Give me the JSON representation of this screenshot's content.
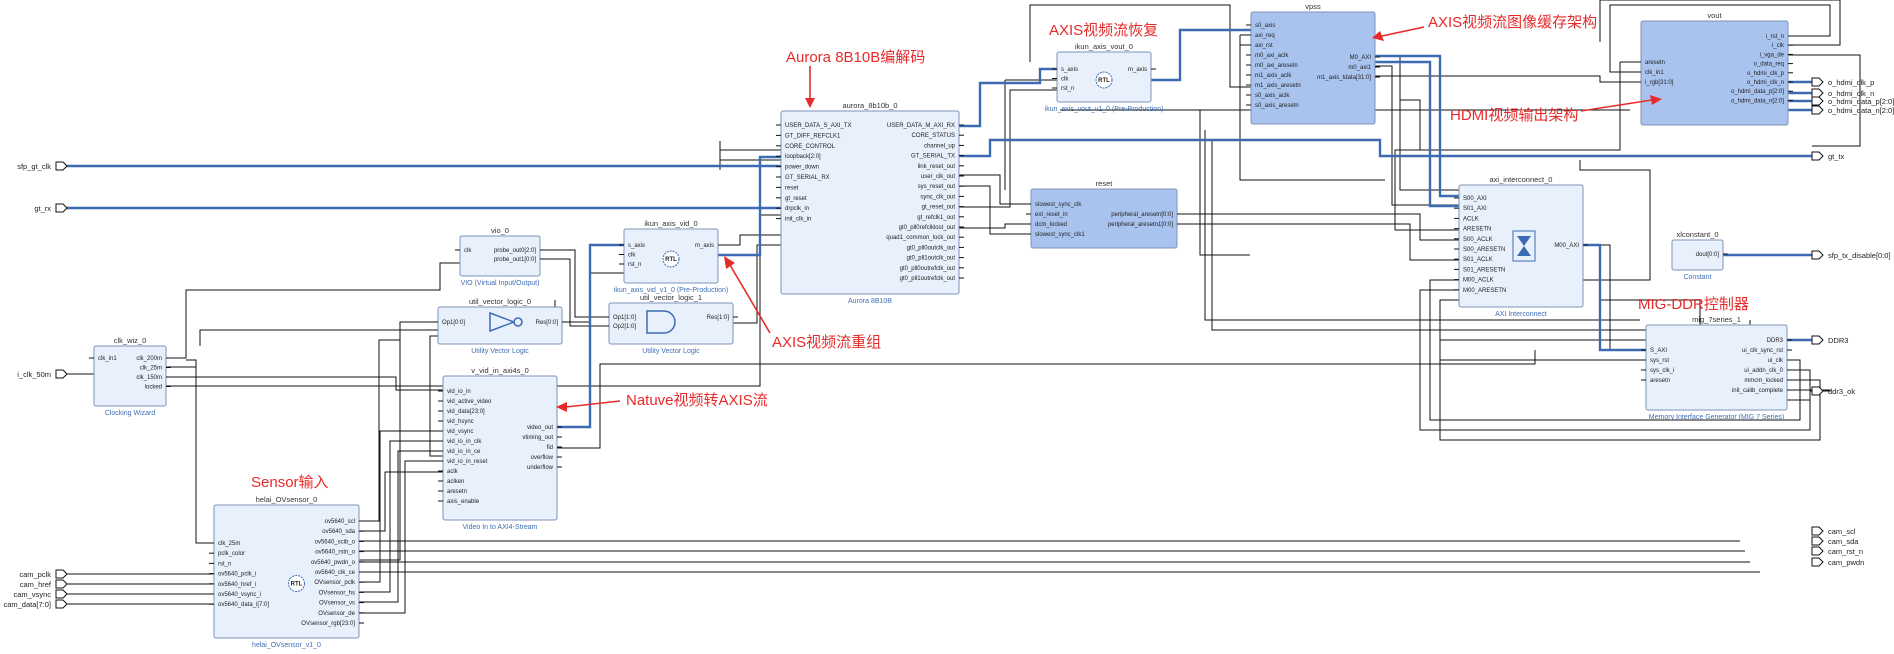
{
  "colors": {
    "block_fill": "#e8f0fb",
    "block_fill_selected": "#a9c3ef",
    "block_border": "#7c93b8",
    "wire": "#111111",
    "bus": "#3d6bb3",
    "annotation": "#e62b2b",
    "subtitle": "#3f6fb3"
  },
  "external_ports": {
    "left": [
      "sfp_gt_clk",
      "gt_rx",
      "i_clk_50m",
      "cam_pclk",
      "cam_href",
      "cam_vsync",
      "cam_data[7:0]"
    ],
    "right": [
      "o_hdmi_clk_p",
      "o_hdmi_clk_n",
      "o_hdmi_data_p[2:0]",
      "o_hdmi_data_n[2:0]",
      "gt_tx",
      "sfp_tx_disable[0:0]",
      "DDR3",
      "ddr3_ok",
      "cam_scl",
      "cam_sda",
      "cam_rst_n",
      "cam_pwdn"
    ]
  },
  "blocks": {
    "clk_wiz": {
      "title": "clk_wiz_0",
      "subtitle": "Clocking Wizard",
      "left_pins": [
        "clk_in1"
      ],
      "right_pins": [
        "clk_200m",
        "clk_25m",
        "clk_150m",
        "locked"
      ]
    },
    "vio": {
      "title": "vio_0",
      "subtitle": "VIO (Virtual Input/Output)",
      "left_pins": [
        "clk"
      ],
      "right_pins": [
        "probe_out0[2:0]",
        "probe_out1[0:0]"
      ]
    },
    "util_vector_logic_0": {
      "title": "util_vector_logic_0",
      "subtitle": "Utility Vector Logic",
      "left_pins": [
        "Op1[0:0]"
      ],
      "right_pins": [
        "Res[0:0]"
      ]
    },
    "util_vector_logic_1": {
      "title": "util_vector_logic_1",
      "subtitle": "Utility Vector Logic",
      "left_pins": [
        "Op1[1:0]",
        "Op2[1:0]"
      ],
      "right_pins": [
        "Res[1:0]"
      ]
    },
    "ikun_axis_vid": {
      "title": "ikun_axis_vid_0",
      "subtitle": "ikun_axis_vid_v1_0 (Pre-Production)",
      "left_pins": [
        "s_axis",
        "clk",
        "rst_n"
      ],
      "right_pins": [
        "m_axis"
      ],
      "logo": "RTL"
    },
    "aurora": {
      "title": "aurora_8b10b_0",
      "subtitle": "Aurora 8B10B",
      "left_pins": [
        "USER_DATA_S_AXI_TX",
        "GT_DIFF_REFCLK1",
        "CORE_CONTROL",
        "loopback[2:0]",
        "power_down",
        "GT_SERIAL_RX",
        "reset",
        "gt_reset",
        "drpclk_in",
        "init_clk_in"
      ],
      "right_pins": [
        "USER_DATA_M_AXI_RX",
        "CORE_STATUS",
        "channel_up",
        "GT_SERIAL_TX",
        "link_reset_out",
        "user_clk_out",
        "sys_reset_out",
        "sync_clk_out",
        "gt_reset_out",
        "gt_refclk1_out",
        "gt0_pll0refclklost_out",
        "quad1_common_lock_out",
        "gt0_pll0outclk_out",
        "gt0_pll1outclk_out",
        "gt0_pll0outrefclk_out",
        "gt0_pll1outrefclk_out"
      ]
    },
    "ikun_axis_vout": {
      "title": "ikun_axis_vout_0",
      "subtitle": "ikun_axis_vout_v1_0 (Pre-Production)",
      "left_pins": [
        "s_axis",
        "clk",
        "rst_n"
      ],
      "right_pins": [
        "m_axis"
      ],
      "logo": "RTL"
    },
    "reset": {
      "title": "reset",
      "subtitle": "",
      "left_pins": [
        "slowest_sync_clk",
        "ext_reset_in",
        "dcm_locked",
        "slowest_sync_clk1"
      ],
      "right_pins": [
        "peripheral_aresetn[0:0]",
        "peripheral_aresetn1[0:0]"
      ]
    },
    "vpss": {
      "title": "vpss",
      "subtitle": "",
      "left_pins": [
        "s0_axis",
        "axi_req",
        "axi_rst",
        "m0_axi_aclk",
        "m0_axi_aresetn",
        "m1_axis_aclk",
        "m1_axis_aresetn",
        "s0_axis_aclk",
        "s0_axis_aresetn"
      ],
      "right_pins": [
        "M0_AXI",
        "m0_axi1",
        "m1_axis_tdata[31:0]"
      ]
    },
    "vout": {
      "title": "vout",
      "subtitle": "",
      "left_pins": [
        "aresetn",
        "clk_in1",
        "i_rgb[31:0]"
      ],
      "right_pins": [
        "i_rst_n",
        "i_clk",
        "i_vga_de",
        "o_data_req",
        "o_hdmi_clk_p",
        "o_hdmi_clk_n",
        "o_hdmi_data_p[2:0]",
        "o_hdmi_data_n[2:0]"
      ]
    },
    "axi_interconnect": {
      "title": "axi_interconnect_0",
      "subtitle": "AXI Interconnect",
      "left_pins": [
        "S00_AXI",
        "S01_AXI",
        "ACLK",
        "ARESETN",
        "S00_ACLK",
        "S00_ARESETN",
        "S01_ACLK",
        "S01_ARESETN",
        "M00_ACLK",
        "M00_ARESETN"
      ],
      "right_pins": [
        "M00_AXI"
      ]
    },
    "xlconstant": {
      "title": "xlconstant_0",
      "subtitle": "Constant",
      "left_pins": [],
      "right_pins": [
        "dout[0:0]"
      ]
    },
    "mig": {
      "title": "mig_7series_1",
      "subtitle": "Memory Interface Generator (MIG 7 Series)",
      "left_pins": [
        "S_AXI",
        "sys_rst",
        "sys_clk_i",
        "aresetn"
      ],
      "right_pins": [
        "DDR3",
        "ui_clk_sync_rst",
        "ui_clk",
        "ui_addn_clk_0",
        "mmcm_locked",
        "init_calib_complete"
      ]
    },
    "v_vid_in": {
      "title": "v_vid_in_axi4s_0",
      "subtitle": "Video In to AXI4-Stream",
      "left_pins": [
        "vid_io_in",
        "vid_active_video",
        "vid_data[23:0]",
        "vid_hsync",
        "vid_vsync",
        "vid_io_in_clk",
        "vid_io_in_ce",
        "vid_io_in_reset",
        "aclk",
        "aclken",
        "aresetn",
        "axis_enable"
      ],
      "right_pins": [
        "video_out",
        "vtiming_out",
        "fid",
        "overflow",
        "underflow"
      ]
    },
    "sensor": {
      "title": "helai_OVsensor_0",
      "subtitle": "helai_OVsensor_v1_0",
      "left_pins": [
        "clk_25m",
        "pclk_color",
        "rst_n",
        "ov5640_pclk_i",
        "ov5640_href_i",
        "ov5640_vsync_i",
        "ov5640_data_i[7:0]"
      ],
      "right_pins": [
        "ov5640_scl",
        "ov5640_sda",
        "ov5640_scib_o",
        "ov5640_rstn_o",
        "ov5640_pwdn_o",
        "ov5640_clk_ce",
        "OVsensor_pclk",
        "OVsensor_hs",
        "OVsensor_vs",
        "OVsensor_de",
        "OVsensor_rgb[23:0]"
      ],
      "logo": "RTL"
    }
  },
  "annotations": {
    "aurora": "Aurora 8B10B编解码",
    "vout_recover": "AXIS视频流恢复",
    "vpss": "AXIS视频流图像缓存架构",
    "hdmi": "HDMI视频输出架构",
    "regroup": "AXIS视频流重组",
    "native": "Natuve视频转AXIS流",
    "sensor": "Sensor输入",
    "mig": "MIG-DDR控制器"
  }
}
